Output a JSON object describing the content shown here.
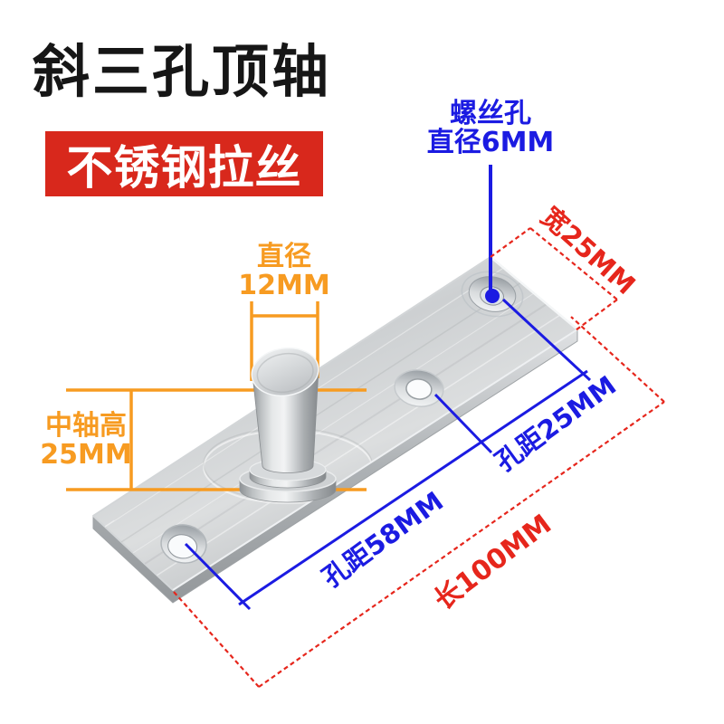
{
  "title": "斜三孔顶轴",
  "badge": "不锈钢拉丝",
  "dimensions": {
    "screw_hole": {
      "line1": "螺丝孔",
      "line2": "直径6MM"
    },
    "pin_diameter": {
      "line1": "直径",
      "line2": "12MM"
    },
    "shaft_height": {
      "line1": "中轴高",
      "line2": "25MM"
    },
    "plate_width": "宽25MM",
    "hole_spacing_small": "孔距25MM",
    "hole_spacing_large": "孔距58MM",
    "plate_length": "长100MM"
  },
  "colors": {
    "annotation_blue": "#1b1be2",
    "annotation_orange": "#f79b21",
    "annotation_red": "#e6261c",
    "badge_background": "#d8281c",
    "title_color": "#161616",
    "background": "#ffffff"
  }
}
